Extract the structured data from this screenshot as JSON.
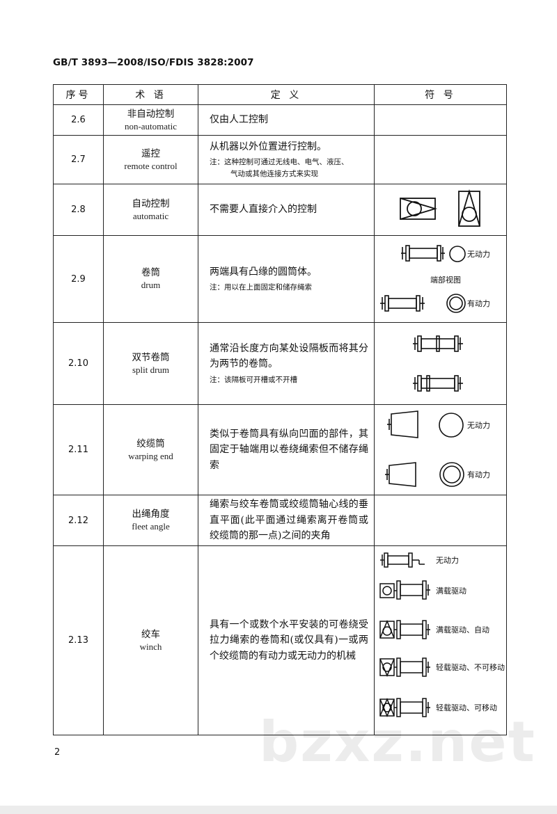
{
  "header": {
    "standard_id": "GB/T 3893—2008/ISO/FDIS 3828:2007"
  },
  "table": {
    "columns": [
      "序号",
      "术 语",
      "定 义",
      "符 号"
    ],
    "rows": [
      {
        "num": "2.6",
        "term_zh": "非自动控制",
        "term_en": "non-automatic",
        "definition": "仅由人工控制"
      },
      {
        "num": "2.7",
        "term_zh": "遥控",
        "term_en": "remote control",
        "definition": "从机器以外位置进行控制。",
        "note": "注：这种控制可通过无线电、电气、液压、",
        "note_cont": "气动或其他连接方式来实现"
      },
      {
        "num": "2.8",
        "term_zh": "自动控制",
        "term_en": "automatic",
        "definition": "不需要人直接介入的控制"
      },
      {
        "num": "2.9",
        "term_zh": "卷筒",
        "term_en": "drum",
        "definition": "两端具有凸缘的圆筒体。",
        "note": "注：用以在上面固定和储存绳索",
        "symbol_labels": {
          "unpowered": "无动力",
          "end_view": "端部视图",
          "powered": "有动力"
        }
      },
      {
        "num": "2.10",
        "term_zh": "双节卷筒",
        "term_en": "split drum",
        "definition": "通常沿长度方向某处设隔板而将其分为两节的卷筒。",
        "note": "注：该隔板可开槽或不开槽"
      },
      {
        "num": "2.11",
        "term_zh": "绞缆筒",
        "term_en": "warping end",
        "definition": "类似于卷筒具有纵向凹面的部件，其固定于轴端用以卷绕绳索但不储存绳索",
        "symbol_labels": {
          "unpowered": "无动力",
          "powered": "有动力"
        }
      },
      {
        "num": "2.12",
        "term_zh": "出绳角度",
        "term_en": "fleet angle",
        "definition": "绳索与绞车卷筒或绞缆筒轴心线的垂直平面(此平面通过绳索离开卷筒或绞缆筒的那一点)之间的夹角"
      },
      {
        "num": "2.13",
        "term_zh": "绞车",
        "term_en": "winch",
        "definition": "具有一个或数个水平安装的可卷绕受拉力绳索的卷筒和(或仅具有)一或两个绞缆筒的有动力或无动力的机械",
        "symbol_labels": [
          "无动力",
          "满载驱动",
          "满载驱动、自动",
          "轻载驱动、不可移动",
          "轻载驱动、可移动"
        ]
      }
    ]
  },
  "footer": {
    "page_number": "2",
    "watermark": "bzxz.net"
  }
}
